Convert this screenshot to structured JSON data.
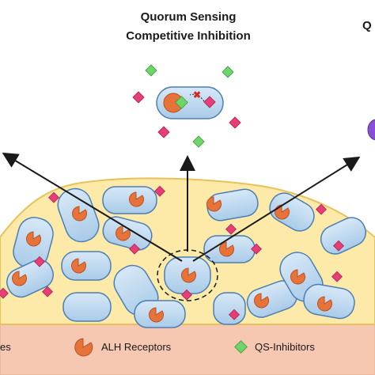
{
  "title": {
    "line1": "Quorum Sensing",
    "line2": "Competitive Inhibition",
    "right_cut": "Q"
  },
  "legend": {
    "item1_cut": "es",
    "item2": "ALH Receptors",
    "item3": "QS-Inhibitors"
  },
  "colors": {
    "biofilm_fill": "#fde9a8",
    "biofilm_stroke": "#e8c15a",
    "cell_fill": "#bcd8ef",
    "cell_stroke": "#4a7fb5",
    "receptor": "#e8733a",
    "signal": "#e83e78",
    "inhibitor": "#6fd46a",
    "substrate": "#f5b8a0",
    "arrow": "#1a1a1a",
    "purple": "#8b4fd6"
  },
  "icons": {
    "block_mark": "x-mark-icon"
  }
}
